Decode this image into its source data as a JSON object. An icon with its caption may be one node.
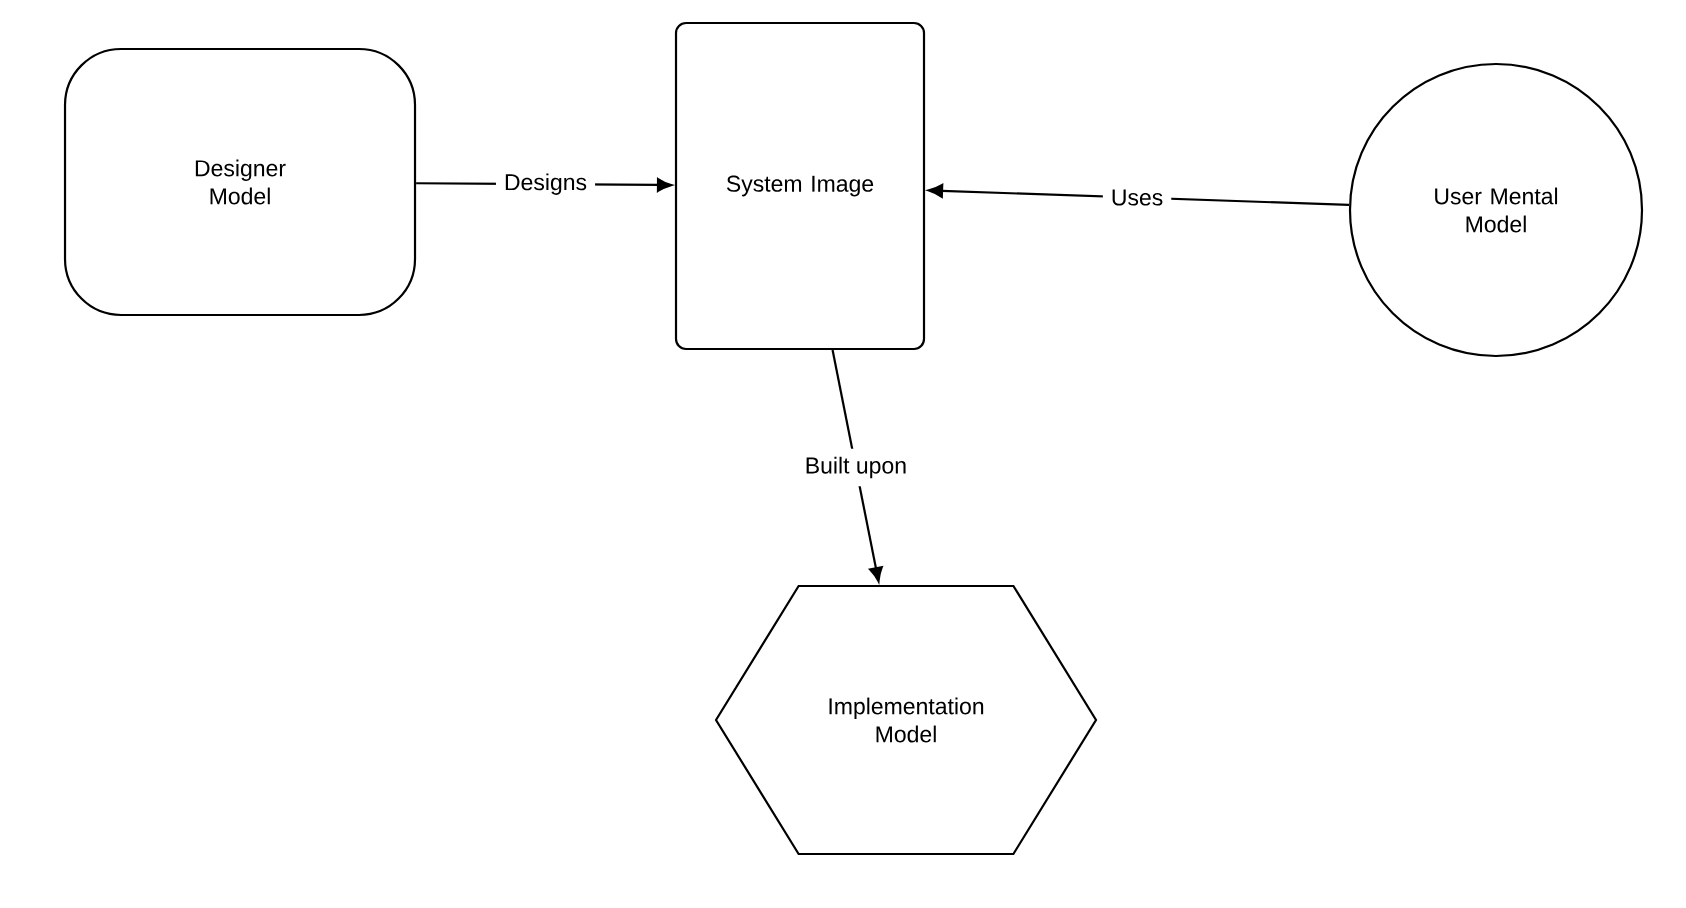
{
  "diagram": {
    "nodes": [
      {
        "text": [
          "Designer Model"
        ]
      },
      {
        "text": [
          "System Image"
        ]
      },
      {
        "text": [
          "User Mental Model"
        ]
      },
      {
        "text": [
          "Implementation Model"
        ]
      }
    ],
    "edges": [
      {
        "from": 0,
        "to": 1,
        "arrow": "to",
        "label": "Designs"
      },
      {
        "from": 2,
        "to": 1,
        "arrow": "to",
        "label": "Uses"
      },
      {
        "from": 1,
        "to": 3,
        "arrow": "to",
        "label": "Built upon"
      }
    ]
  }
}
